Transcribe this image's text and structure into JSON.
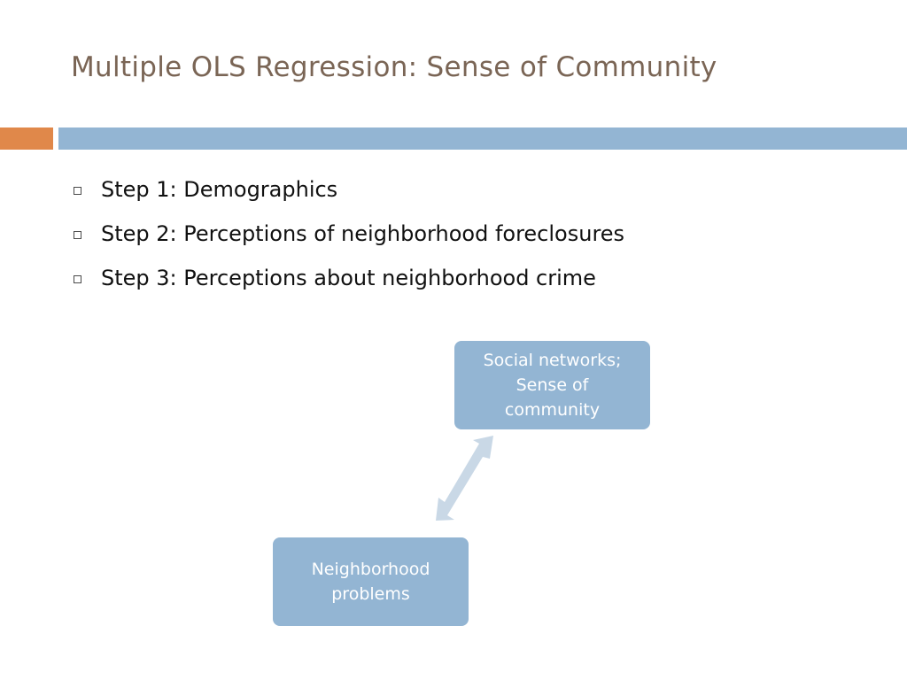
{
  "slide": {
    "title": "Multiple OLS Regression: Sense of Community",
    "bullets": [
      "Step 1: Demographics",
      "Step 2: Perceptions of neighborhood foreclosures",
      "Step 3: Perceptions about neighborhood crime"
    ]
  },
  "diagram": {
    "node_top": "Social networks;\nSense of\ncommunity",
    "node_bottom": "Neighborhood\nproblems",
    "connector": "double-arrow-icon"
  },
  "colors": {
    "title": "#7a6555",
    "accent_bar": "#e0884a",
    "main_bar": "#93b5d3",
    "node_fill": "#93b5d3",
    "arrow_fill": "#c9d8e6"
  }
}
